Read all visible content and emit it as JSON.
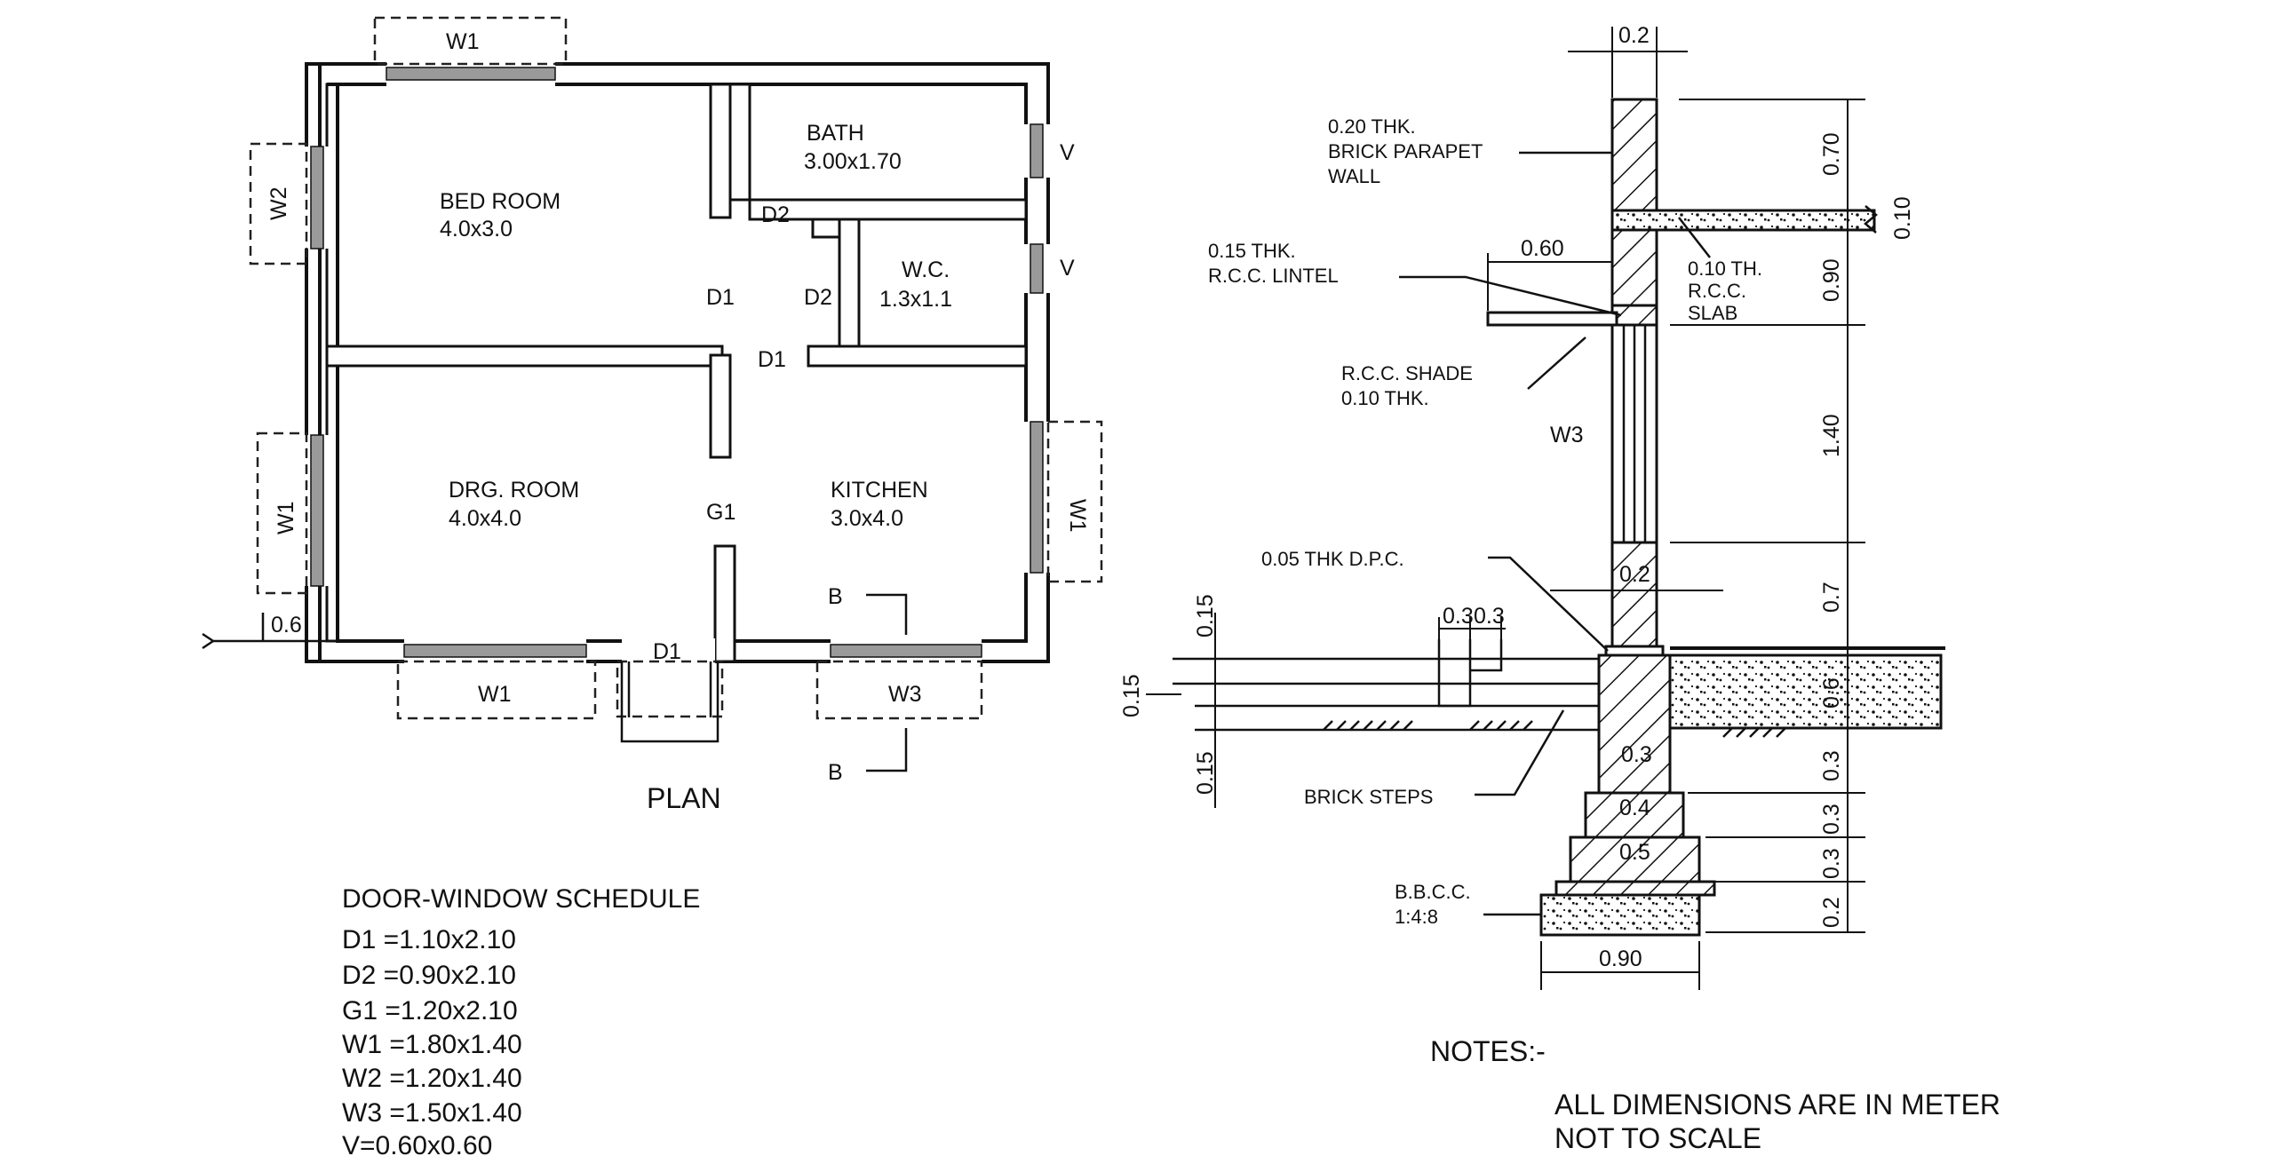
{
  "plan": {
    "title": "PLAN",
    "rooms": [
      {
        "name": "BED ROOM",
        "size": "4.0x3.0"
      },
      {
        "name": "BATH",
        "size": "3.00x1.70"
      },
      {
        "name": "W.C.",
        "size": "1.3x1.1"
      },
      {
        "name": "DRG. ROOM",
        "size": "4.0x4.0"
      },
      {
        "name": "KITCHEN",
        "size": "3.0x4.0"
      }
    ],
    "openings": {
      "w1_top": "W1",
      "w2_left": "W2",
      "w1_left": "W1",
      "w1_right": "W1",
      "w1_bottom": "W1",
      "w3_bottom": "W3",
      "d1_bed": "D1",
      "d1_corr": "D1",
      "d1_front": "D1",
      "d2_bath": "D2",
      "d2_wc": "D2",
      "g1": "G1",
      "v_bath": "V",
      "v_wc": "V"
    },
    "section_marks": [
      "B",
      "B"
    ],
    "plinth_dim": "0.6"
  },
  "schedule": {
    "title": "DOOR-WINDOW SCHEDULE",
    "items": [
      "D1 =1.10x2.10",
      "D2 =0.90x2.10",
      "G1 =1.20x2.10",
      "W1 =1.80x1.40",
      "W2 =1.20x1.40",
      "W3 =1.50x1.40",
      "V=0.60x0.60"
    ]
  },
  "section": {
    "top_width": "0.2",
    "callouts": [
      [
        "0.20 THK.",
        "BRICK PARAPET",
        "WALL"
      ],
      [
        "0.15 THK.",
        "R.C.C. LINTEL"
      ],
      [
        "R.C.C. SHADE",
        "0.10  THK."
      ],
      [
        "0.10 TH.",
        "R.C.C.",
        "SLAB"
      ],
      [
        "0.05 THK D.P.C."
      ],
      [
        "BRICK STEPS"
      ],
      [
        "B.B.C.C.",
        "1:4:8"
      ]
    ],
    "shade_projection": "0.60",
    "window_label": "W3",
    "wall_width_plinth": "0.2",
    "wall_width_foundation": "0.3",
    "footing_widths": [
      "0.4",
      "0.5"
    ],
    "foundation_width": "0.90",
    "step_dims": [
      "0.3",
      "0.3"
    ],
    "left_dims": [
      "0.15",
      "0.15",
      "0.15"
    ],
    "right_dims": [
      "0.70",
      "0.10",
      "0.90",
      "1.40",
      "0.7",
      "0.6",
      "0.3",
      "0.3",
      "0.3",
      "0.2"
    ]
  },
  "notes": {
    "title": "NOTES:-",
    "lines": [
      "ALL DIMENSIONS ARE IN METER",
      "NOT TO SCALE"
    ]
  }
}
